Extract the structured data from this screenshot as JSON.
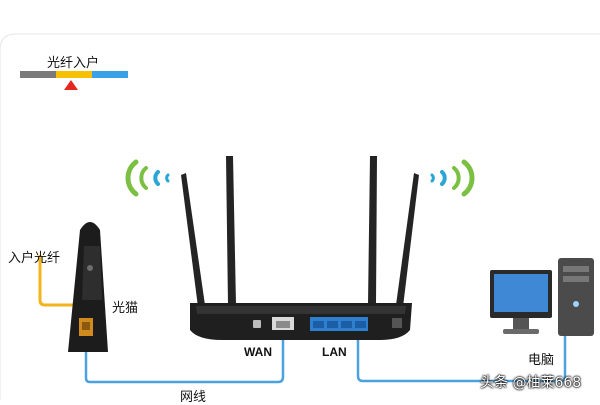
{
  "stepper": {
    "label": "光纤入户",
    "segments": [
      {
        "name": "segment-1",
        "color": "#7a7a7a"
      },
      {
        "name": "segment-2-active",
        "color": "#f6c100"
      },
      {
        "name": "segment-3",
        "color": "#3aa0e8"
      }
    ],
    "marker_color": "#e5271f"
  },
  "labels": {
    "fiber_in": "入户光纤",
    "modem": "光猫",
    "wan": "WAN",
    "lan": "LAN",
    "cable": "网线",
    "computer": "电脑"
  },
  "watermark": "头条 @柚莱668",
  "colors": {
    "fiber_cable": "#f2b519",
    "network_cable": "#4aa3df",
    "wifi_outer": "#7bc043",
    "wifi_inner": "#2aa6d4",
    "device_body": "#1f1f1f",
    "lan_ports": "#2f7fd1"
  }
}
